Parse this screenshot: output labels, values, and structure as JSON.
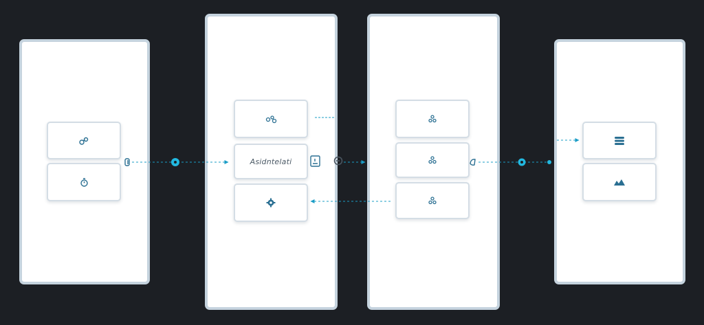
{
  "diagram": {
    "background": "#1c1f24",
    "panel_border_color": "#c5d3de",
    "node_border_color": "#d4dde5",
    "accent_color": "#1a9cc6",
    "hub_color": "#22b8e0",
    "icon_color": "#2a6f92",
    "panels": [
      {
        "id": "panel-1",
        "nodes": [
          {
            "id": "p1-node-1",
            "icon": "user-share-icon"
          },
          {
            "id": "p1-node-2",
            "icon": "timer-icon"
          }
        ]
      },
      {
        "id": "panel-2",
        "nodes": [
          {
            "id": "p2-node-1",
            "icon": "cluster-icon"
          },
          {
            "id": "p2-node-2",
            "label": "Asidntelati"
          },
          {
            "id": "p2-node-3",
            "icon": "gear-icon"
          }
        ]
      },
      {
        "id": "panel-3",
        "nodes": [
          {
            "id": "p3-node-1",
            "icon": "module-icon"
          },
          {
            "id": "p3-node-2",
            "icon": "module-icon"
          },
          {
            "id": "p3-node-3",
            "icon": "module-icon"
          }
        ]
      },
      {
        "id": "panel-4",
        "nodes": [
          {
            "id": "p4-node-1",
            "icon": "database-icon"
          },
          {
            "id": "p4-node-2",
            "icon": "chart-icon"
          }
        ]
      }
    ],
    "connector_icons": [
      "link-icon",
      "window-icon",
      "refresh-icon",
      "loop-icon"
    ]
  }
}
